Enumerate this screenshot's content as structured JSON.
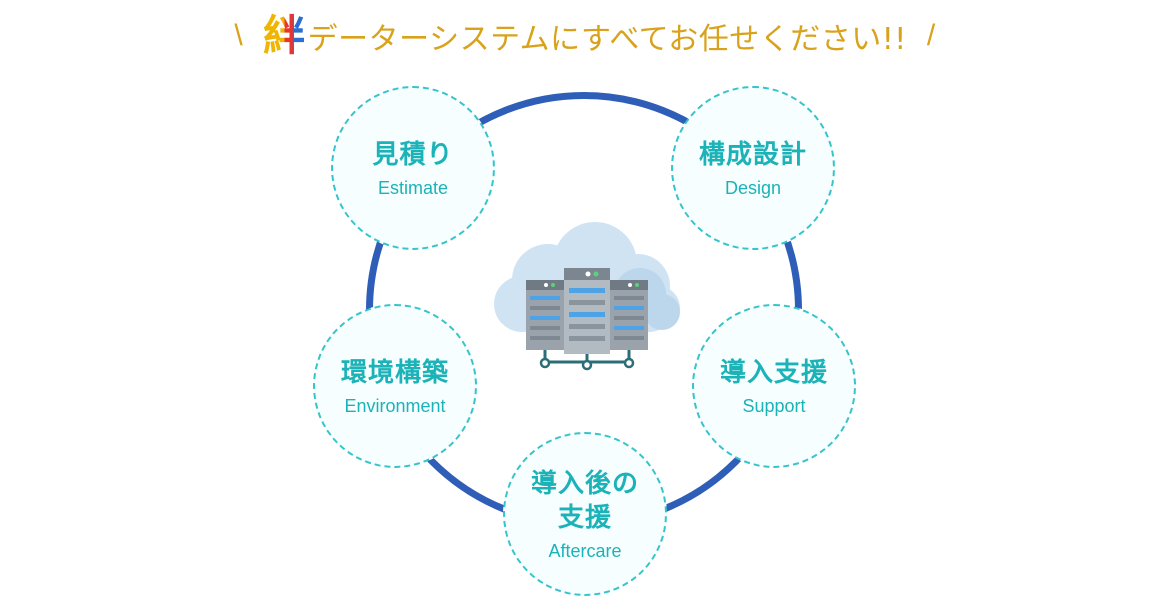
{
  "headline": {
    "left_mark": "\\",
    "brand": "絆",
    "text": "データーシステムにすべてお任せください!!",
    "right_mark": "/"
  },
  "center_icon": "cloud-server-icon",
  "colors": {
    "accent_gold": "#d9a21b",
    "ring_blue": "#2f5eb8",
    "step_teal": "#1bb3b8",
    "step_border": "#35c4c9"
  },
  "steps": [
    {
      "jp": "見積り",
      "en": "Estimate"
    },
    {
      "jp": "構成設計",
      "en": "Design"
    },
    {
      "jp": "導入支援",
      "en": "Support"
    },
    {
      "jp_line1": "導入後の",
      "jp_line2": "支援",
      "en": "Aftercare"
    },
    {
      "jp": "環境構築",
      "en": "Environment"
    }
  ]
}
